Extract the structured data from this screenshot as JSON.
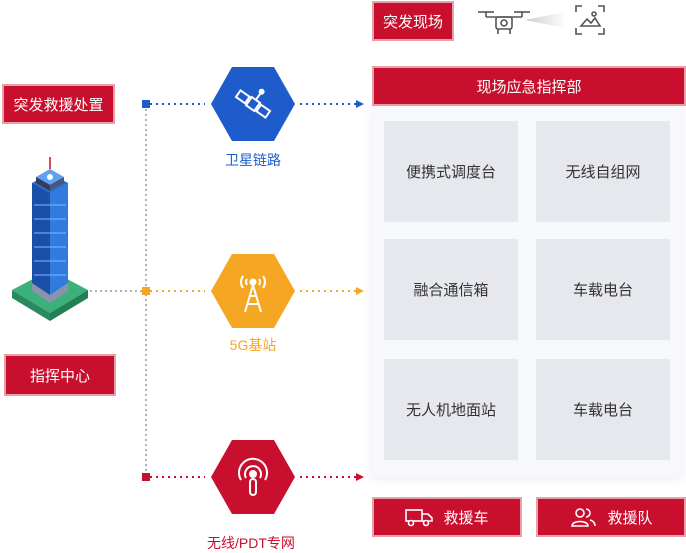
{
  "colors": {
    "red": "#c8102e",
    "blue": "#1e5ccc",
    "orange": "#f5a623",
    "text_dark": "#333333"
  },
  "left": {
    "emergency_label": "突发救援处置",
    "command_center": "指挥中心"
  },
  "links": [
    {
      "label": "卫星链路",
      "icon": "satellite-icon",
      "color": "#1e5ccc"
    },
    {
      "label": "5G基站",
      "icon": "signal-tower-icon",
      "color": "#f5a623"
    },
    {
      "label": "无线/PDT专网",
      "icon": "radio-wave-icon",
      "color": "#c8102e"
    }
  ],
  "site": {
    "scene_label": "突发现场",
    "hq_label": "现场应急指挥部",
    "cells": [
      "便携式调度台",
      "无线自组网",
      "融合通信箱",
      "车载电台",
      "无人机地面站",
      "车载电台"
    ],
    "vehicle_label": "救援车",
    "team_label": "救援队"
  }
}
